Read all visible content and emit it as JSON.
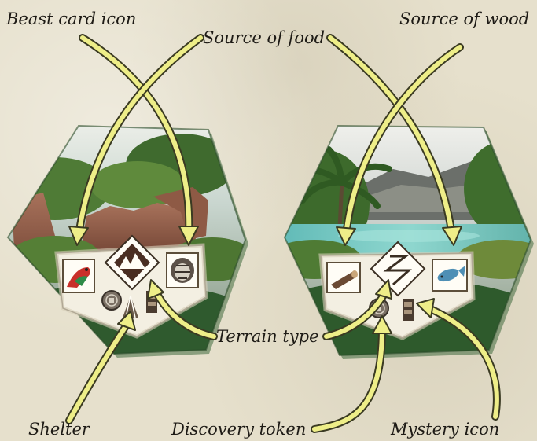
{
  "labels": {
    "beast_card_icon": "Beast card icon",
    "source_of_food": "Source of food",
    "source_of_wood": "Source of wood",
    "terrain_type": "Terrain type",
    "shelter": "Shelter",
    "discovery_token": "Discovery token",
    "mystery_icon": "Mystery icon"
  },
  "colors": {
    "arrow_fill": "#eeee88",
    "arrow_stroke": "#3a3a22",
    "label_text": "#1d1a15"
  },
  "icons": [
    "parrot-icon",
    "mountains-terrain-icon",
    "tiger-beast-icon",
    "discovery-token-icon",
    "shelter-tent-icon",
    "totem-mystery-icon",
    "wood-log-icon",
    "river-terrain-icon",
    "fish-icon"
  ]
}
